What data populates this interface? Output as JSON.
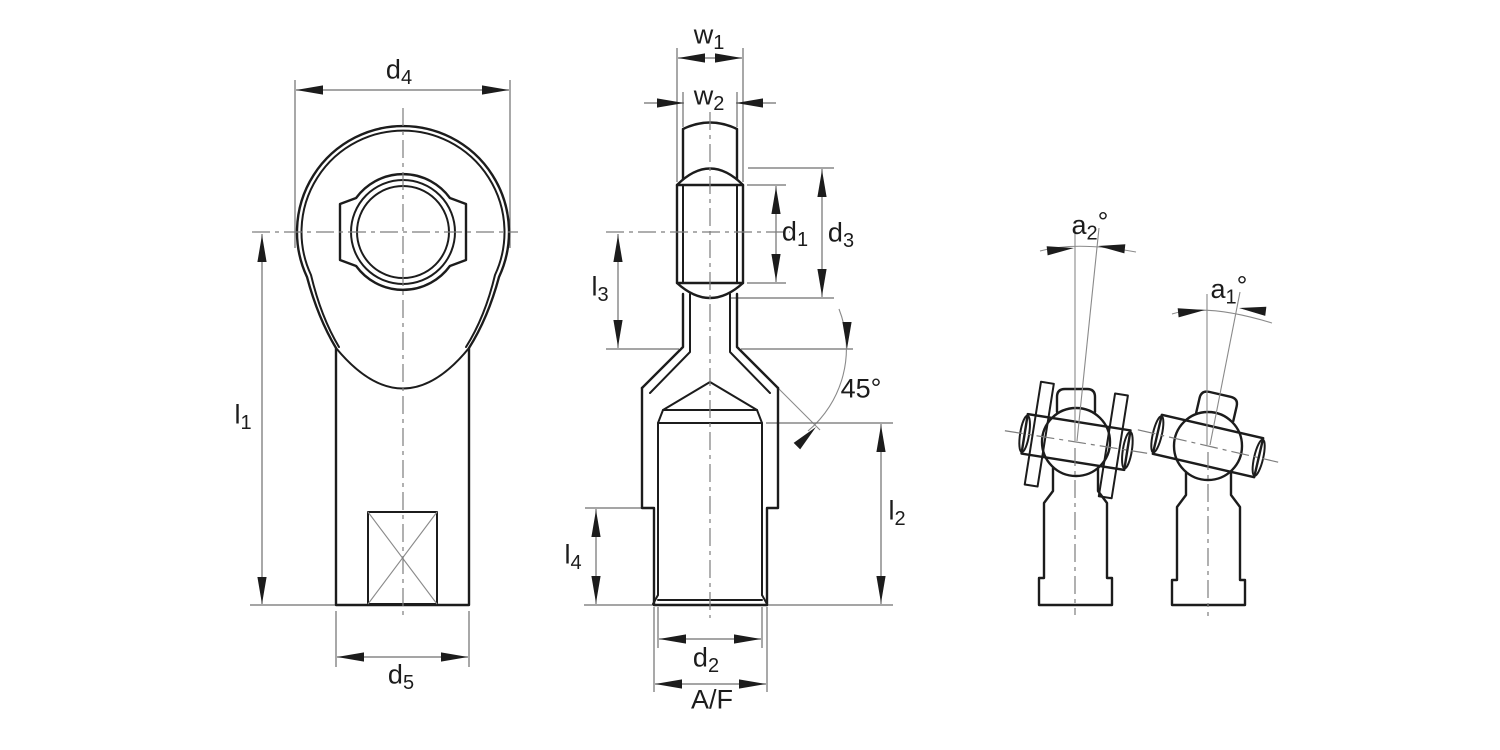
{
  "drawing": {
    "kind": "rod-end-bearing-dimension-drawing",
    "background_color": "#ffffff",
    "outline_color": "#1c1c1c",
    "dimension_line_color": "#6f6f6f"
  },
  "labels": {
    "d4": {
      "base": "d",
      "sub": "4"
    },
    "l1": {
      "base": "l",
      "sub": "1"
    },
    "d5": {
      "base": "d",
      "sub": "5"
    },
    "w1": {
      "base": "w",
      "sub": "1"
    },
    "w2": {
      "base": "w",
      "sub": "2"
    },
    "d1": {
      "base": "d",
      "sub": "1"
    },
    "d3": {
      "base": "d",
      "sub": "3"
    },
    "l3": {
      "base": "l",
      "sub": "3"
    },
    "angle45": {
      "base": "45°"
    },
    "l2": {
      "base": "l",
      "sub": "2"
    },
    "l4": {
      "base": "l",
      "sub": "4"
    },
    "d2": {
      "base": "d",
      "sub": "2"
    },
    "af": {
      "base": "A/F"
    },
    "a2": {
      "base": "a",
      "sub": "2",
      "suffix": "°"
    },
    "a1": {
      "base": "a",
      "sub": "1",
      "suffix": "°"
    }
  }
}
